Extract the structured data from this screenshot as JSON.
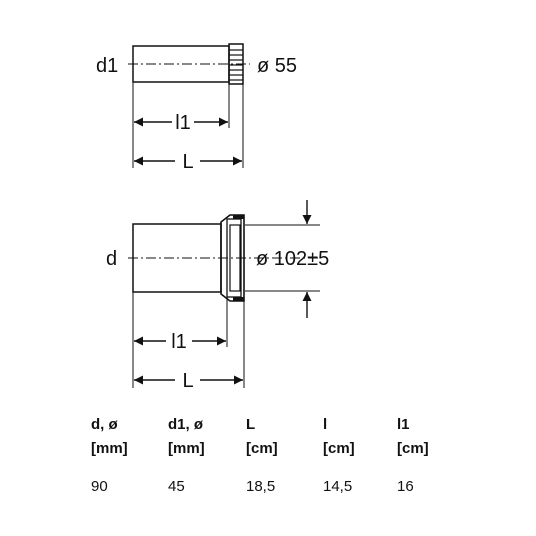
{
  "top_pipe": {
    "label_left": "d1",
    "label_right": "ø 55",
    "dim_inner": "l1",
    "dim_outer": "L"
  },
  "bottom_pipe": {
    "label_left": "d",
    "label_right": "ø 102±5",
    "dim_inner": "l1",
    "dim_outer": "L"
  },
  "table": {
    "columns": [
      {
        "name": "d, ø",
        "unit": "[mm]",
        "value": "90"
      },
      {
        "name": "d1, ø",
        "unit": "[mm]",
        "value": "45"
      },
      {
        "name": "L",
        "unit": "[cm]",
        "value": "18,5"
      },
      {
        "name": "l",
        "unit": "[cm]",
        "value": "14,5"
      },
      {
        "name": "l1",
        "unit": "[cm]",
        "value": "16"
      }
    ]
  }
}
